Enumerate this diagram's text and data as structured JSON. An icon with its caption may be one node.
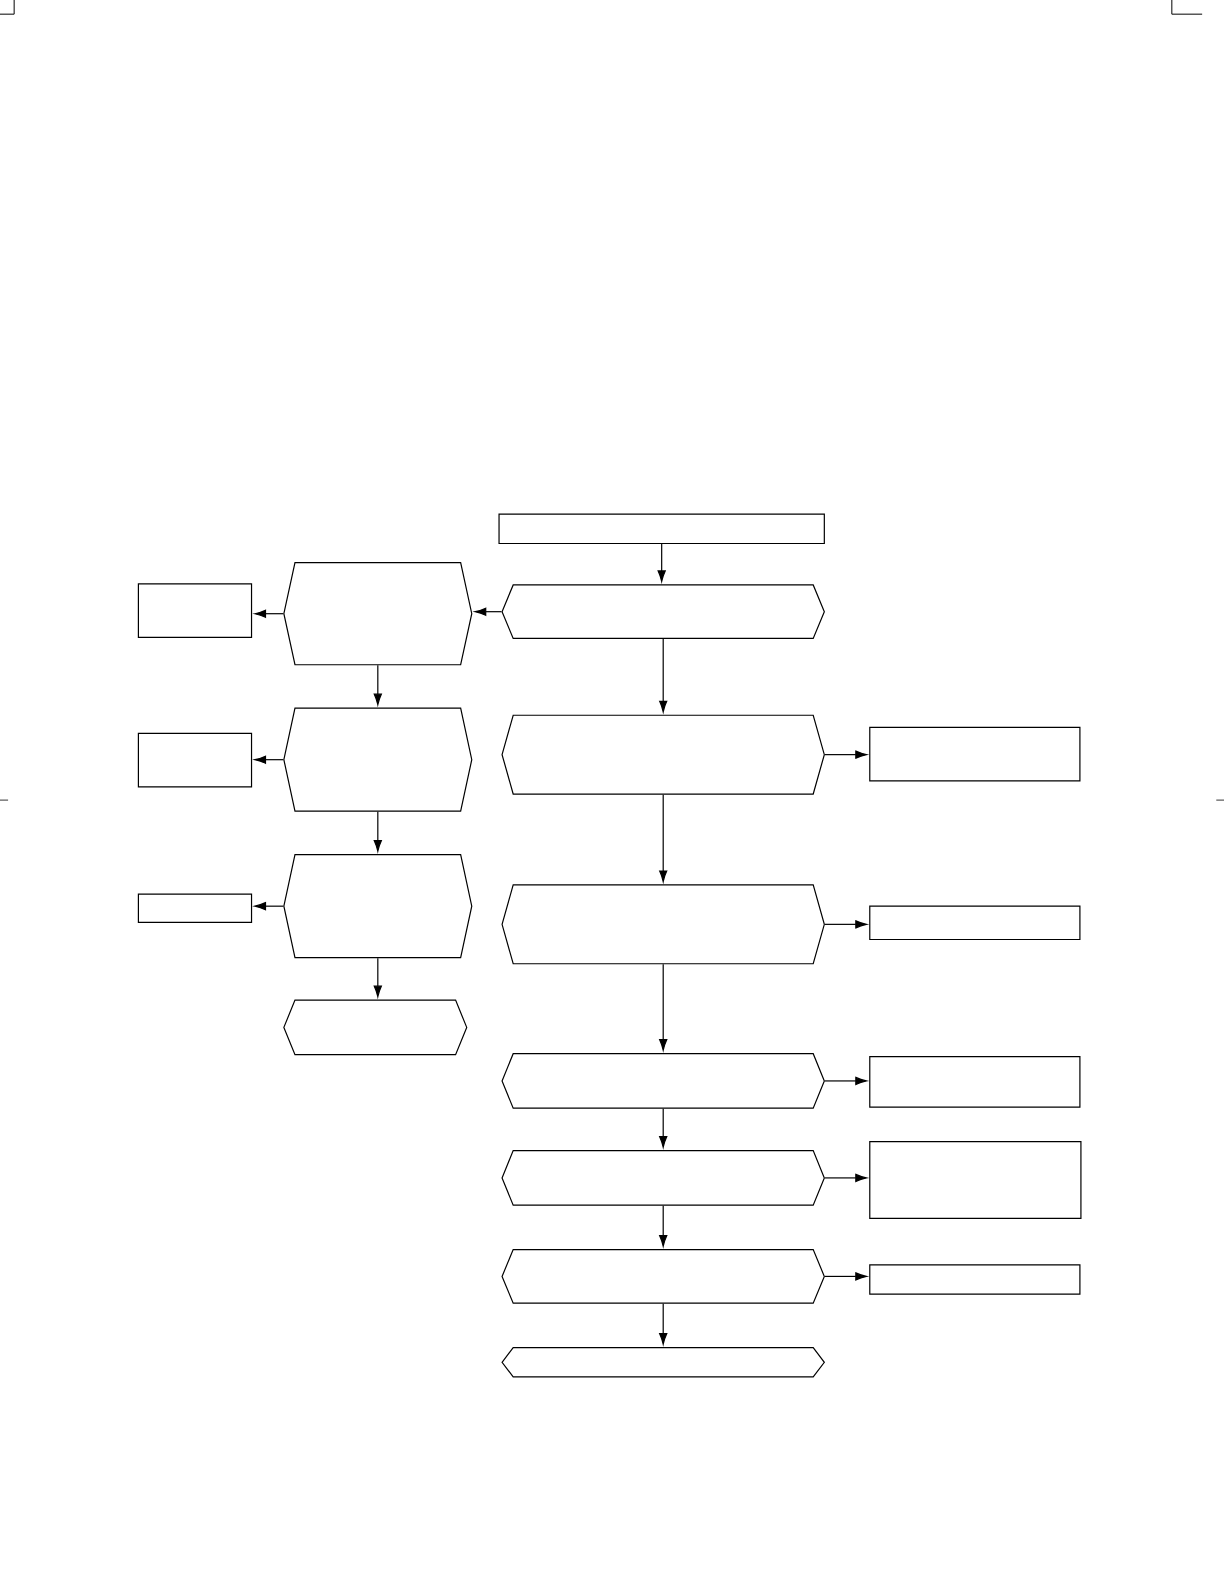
{
  "diagram": {
    "nodes": [
      {
        "text": [],
        "shape": "box"
      },
      {
        "text": [],
        "shape": "hexagon"
      },
      {
        "text": [],
        "shape": "box"
      },
      {
        "text": [],
        "shape": "hexagon"
      },
      {
        "text": [],
        "shape": "hexagon"
      },
      {
        "text": [],
        "shape": "hexagon"
      },
      {
        "text": [],
        "shape": "box"
      },
      {
        "text": [],
        "shape": "box"
      },
      {
        "text": [],
        "shape": "hexagon"
      },
      {
        "text": [],
        "shape": "hexagon"
      },
      {
        "text": [],
        "shape": "box"
      },
      {
        "text": [],
        "shape": "box"
      },
      {
        "text": [],
        "shape": "hexagon"
      },
      {
        "text": [],
        "shape": "hexagon"
      },
      {
        "text": [],
        "shape": "box"
      },
      {
        "text": [],
        "shape": "box"
      },
      {
        "text": [],
        "shape": "hexagon"
      },
      {
        "text": [],
        "shape": "hexagon"
      },
      {
        "text": [],
        "shape": "box"
      },
      {
        "text": [],
        "shape": "hexagon"
      }
    ],
    "edges": [
      {
        "from": 0,
        "to": 3,
        "arrow": "to"
      },
      {
        "from": 3,
        "to": 1,
        "arrow": "to"
      },
      {
        "from": 1,
        "to": 2,
        "arrow": "to"
      },
      {
        "from": 1,
        "to": 4,
        "arrow": "to"
      },
      {
        "from": 4,
        "to": 7,
        "arrow": "to"
      },
      {
        "from": 4,
        "to": 8,
        "arrow": "to"
      },
      {
        "from": 8,
        "to": 10,
        "arrow": "to"
      },
      {
        "from": 8,
        "to": 12,
        "arrow": "to"
      },
      {
        "from": 3,
        "to": 5,
        "arrow": "to"
      },
      {
        "from": 5,
        "to": 6,
        "arrow": "to"
      },
      {
        "from": 5,
        "to": 9,
        "arrow": "to"
      },
      {
        "from": 9,
        "to": 11,
        "arrow": "to"
      },
      {
        "from": 9,
        "to": 13,
        "arrow": "to"
      },
      {
        "from": 13,
        "to": 14,
        "arrow": "to"
      },
      {
        "from": 13,
        "to": 16,
        "arrow": "to"
      },
      {
        "from": 16,
        "to": 15,
        "arrow": "to"
      },
      {
        "from": 16,
        "to": 17,
        "arrow": "to"
      },
      {
        "from": 17,
        "to": 18,
        "arrow": "to"
      },
      {
        "from": 17,
        "to": 19,
        "arrow": "to"
      }
    ]
  }
}
